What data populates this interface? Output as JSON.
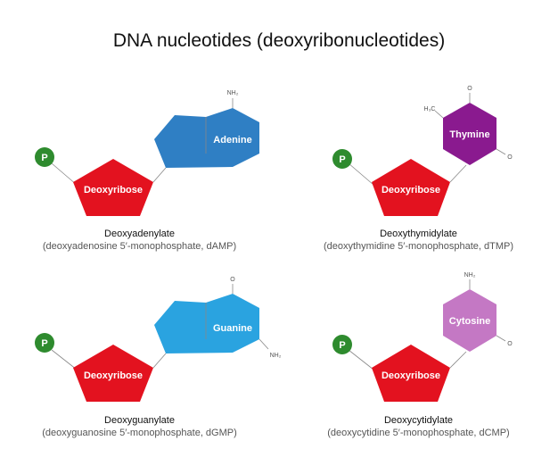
{
  "title": "DNA nucleotides (deoxyribonucleotides)",
  "phosphate_label": "P",
  "sugar_label": "Deoxyribose",
  "colors": {
    "phosphate": "#2e8b2e",
    "sugar": "#e3121f",
    "adenine": "#2f7fc4",
    "thymine": "#8a1a8f",
    "guanine": "#2aa3e0",
    "cytosine": "#c478c4"
  },
  "nucleotides": [
    {
      "base": "Adenine",
      "name": "Deoxyadenylate",
      "full_name": "(deoxyadenosine 5′-monophosphate, dAMP)",
      "substituents": [
        "NH₂"
      ]
    },
    {
      "base": "Thymine",
      "name": "Deoxythymidylate",
      "full_name": "(deoxythymidine 5′-monophosphate, dTMP)",
      "substituents": [
        "H₃C",
        "O",
        "O"
      ]
    },
    {
      "base": "Guanine",
      "name": "Deoxyguanylate",
      "full_name": "(deoxyguanosine 5′-monophosphate, dGMP)",
      "substituents": [
        "O",
        "NH₂"
      ]
    },
    {
      "base": "Cytosine",
      "name": "Deoxycytidylate",
      "full_name": "(deoxycytidine 5′-monophosphate, dCMP)",
      "substituents": [
        "NH₂",
        "O"
      ]
    }
  ]
}
